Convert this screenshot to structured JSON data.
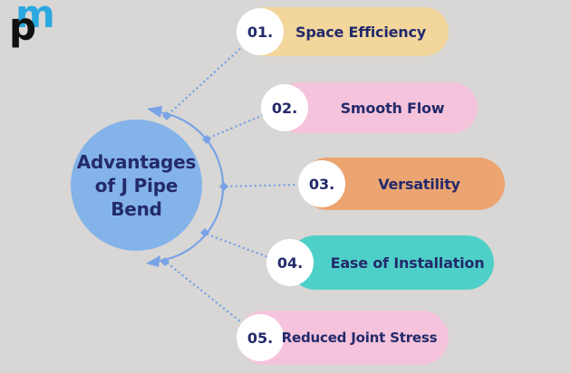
{
  "page": {
    "background": "#d8d7d5",
    "text_color": "#232a6b"
  },
  "logo": {
    "letter_p": "p",
    "letter_m": "m",
    "p_color": "#101010",
    "m_color": "#2aa9e0"
  },
  "center_circle": {
    "label": "Advantages of J Pipe Bend",
    "lines": [
      "Advantages",
      "of J Pipe",
      "Bend"
    ],
    "fill": "#84b3ea"
  },
  "connectors": {
    "color": "#79a3e6",
    "style": "dotted-lines-with-arc-arrows-and-diamond-nodes"
  },
  "items": [
    {
      "number": "01.",
      "label": "Space Efficiency",
      "color": "#f2d69c"
    },
    {
      "number": "02.",
      "label": "Smooth Flow",
      "color": "#f5c3dc"
    },
    {
      "number": "03.",
      "label": "Versatility",
      "color": "#eca470"
    },
    {
      "number": "04.",
      "label": "Ease of Installation",
      "color": "#4ed0c8"
    },
    {
      "number": "05.",
      "label": "Reduced Joint Stress",
      "color": "#f5c3dc"
    }
  ]
}
